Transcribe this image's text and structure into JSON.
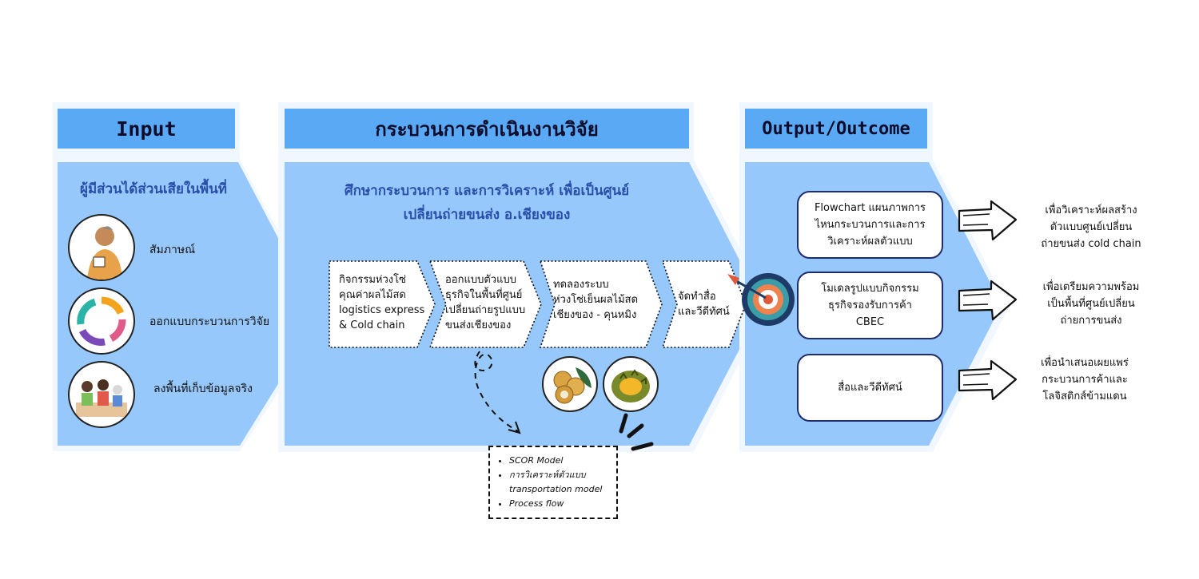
{
  "input": {
    "header": "Input",
    "title": "ผู้มีส่วนได้ส่วนเสียในพื้นที่",
    "items": [
      {
        "label": "สัมภาษณ์",
        "icon": "interview-person-icon"
      },
      {
        "label": "ออกแบบกระบวนการวิจัย",
        "icon": "cycle-arrows-icon"
      },
      {
        "label": "ลงพื้นที่เก็บข้อมูลจริง",
        "icon": "field-team-icon"
      }
    ]
  },
  "process": {
    "header": "กระบวนการดำเนินงานวิจัย",
    "title_line1": "ศึกษากระบวนการ และการวิเคราะห์ เพื่อเป็นศูนย์",
    "title_line2": "เปลี่ยนถ่ายขนส่ง อ.เชียงของ",
    "steps": [
      {
        "lines": [
          "กิจกรรมห่วงโซ่",
          "คุณค่าผลไม้สด",
          "logistics express",
          "& Cold chain"
        ]
      },
      {
        "lines": [
          "ออกแบบตัวแบบ",
          "ธุรกิจในพื้นที่ศูนย์",
          "เปลี่ยนถ่ายรูปแบบ",
          "ขนส่งเชียงของ"
        ]
      },
      {
        "lines": [
          "ทดลองระบบ",
          "ห่วงโซ่เย็นผลไม้สด",
          "เชียงของ - คุนหมิง"
        ]
      },
      {
        "lines": [
          "จัดทำสื่อ",
          "และวีดีทัศน์"
        ]
      }
    ],
    "note_items": [
      "SCOR Model",
      "การวิเคราะห์ตัวแบบ transportation model",
      "Process flow"
    ]
  },
  "output": {
    "header": "Output/Outcome",
    "boxes": [
      {
        "lines": [
          "Flowchart แผนภาพการ",
          "ไหนกระบวนการและการ",
          "วิเคราะห์ผลตัวแบบ"
        ]
      },
      {
        "lines": [
          "โมเดลรูปแบบกิจกรรม",
          "ธุรกิจรองรับการค้า",
          "CBEC"
        ]
      },
      {
        "lines": [
          "สื่อและวีดีทัศน์"
        ]
      }
    ],
    "results": [
      {
        "lines": [
          "เพื่อวิเคราะห์ผลสร้าง",
          "ตัวแบบศูนย์เปลี่ยน",
          "ถ่ายขนส่ง cold chain"
        ]
      },
      {
        "lines": [
          "เพื่อเตรียมความพร้อม",
          "เป็นพื้นที่ศูนย์เปลี่ยน",
          "ถ่ายการขนส่ง"
        ]
      },
      {
        "lines": [
          "เพื่อนำเสนอเผยแพร่",
          "กระบวนการค้าและ",
          "โลจิสติกส์ข้ามแดน"
        ]
      }
    ]
  },
  "colors": {
    "panel": "#97c8fb",
    "header": "#5aa9f5",
    "title_text": "#2a4fa8",
    "box_border": "#1f2d6b"
  },
  "icons": [
    "target-arrow-icon",
    "longan-fruit-icon",
    "durian-fruit-icon",
    "outline-arrow-icon"
  ]
}
